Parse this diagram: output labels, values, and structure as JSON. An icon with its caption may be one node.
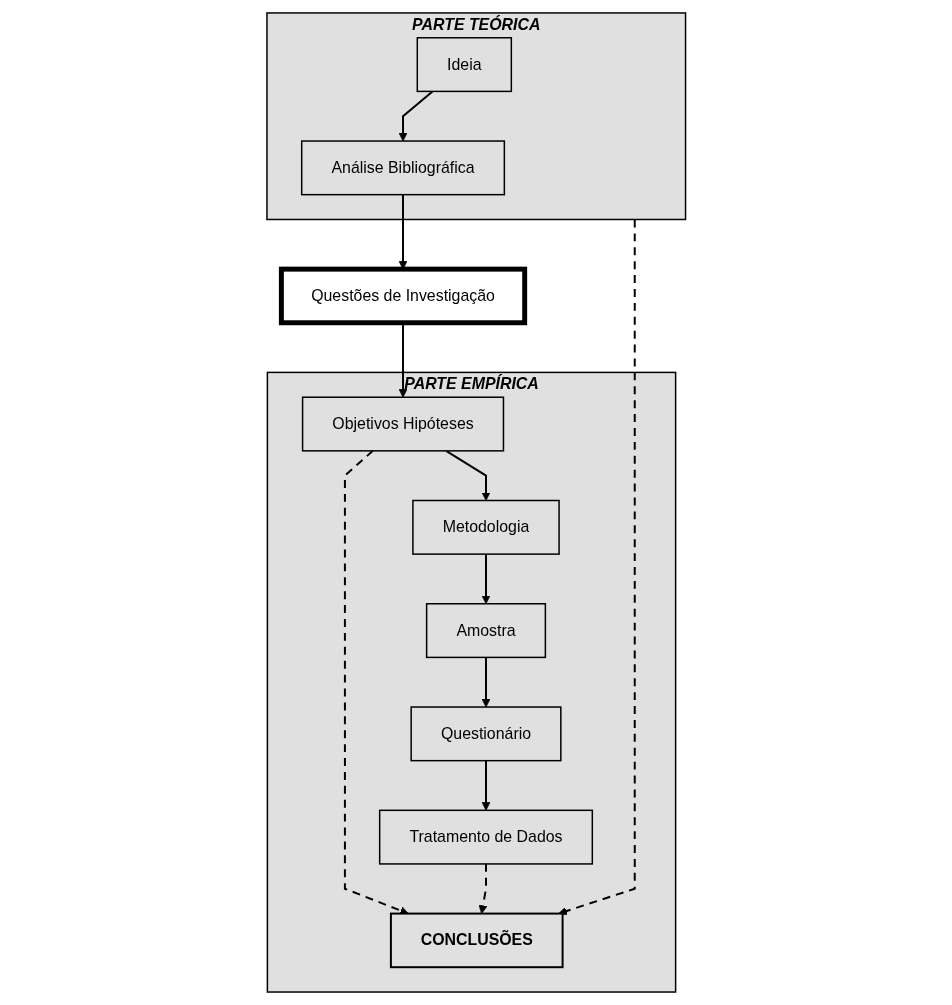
{
  "diagram": {
    "nodes": [
      {
        "text": [
          "PARTE TEÓRICA"
        ]
      },
      {
        "text": [
          "Ideia"
        ],
        "in": 0
      },
      {
        "text": [
          "Análise Bibliográfica"
        ],
        "in": 0
      },
      {
        "text": [
          "Questões de Investigação"
        ]
      },
      {
        "text": [
          "PARTE EMPÍRICA"
        ]
      },
      {
        "text": [
          "Objetivos Hipóteses"
        ],
        "in": 4
      },
      {
        "text": [
          "Metodologia"
        ],
        "in": 4
      },
      {
        "text": [
          "Amostra"
        ],
        "in": 4
      },
      {
        "text": [
          "Tratamento de Dados"
        ],
        "in": 4
      },
      {
        "text": [
          "Questionário"
        ],
        "in": 4
      },
      {
        "text": [
          "CONCLUSÕES"
        ],
        "in": 4
      }
    ],
    "edges": [
      {
        "from": 1,
        "to": 2,
        "arrow": "to"
      },
      {
        "from": 2,
        "to": 3,
        "arrow": "to"
      },
      {
        "from": 3,
        "to": 5,
        "arrow": "to"
      },
      {
        "from": 5,
        "to": 6,
        "arrow": "to"
      },
      {
        "from": 6,
        "to": 7,
        "arrow": "to"
      },
      {
        "from": 7,
        "to": 9,
        "arrow": "to"
      },
      {
        "from": 9,
        "to": 8,
        "arrow": "to"
      },
      {
        "from": 0,
        "to": 10,
        "arrow": "to",
        "style": "dashed"
      },
      {
        "from": 5,
        "to": 10,
        "arrow": "to",
        "style": "dashed"
      },
      {
        "from": 8,
        "to": 10,
        "arrow": "to",
        "style": "dashed"
      }
    ]
  }
}
